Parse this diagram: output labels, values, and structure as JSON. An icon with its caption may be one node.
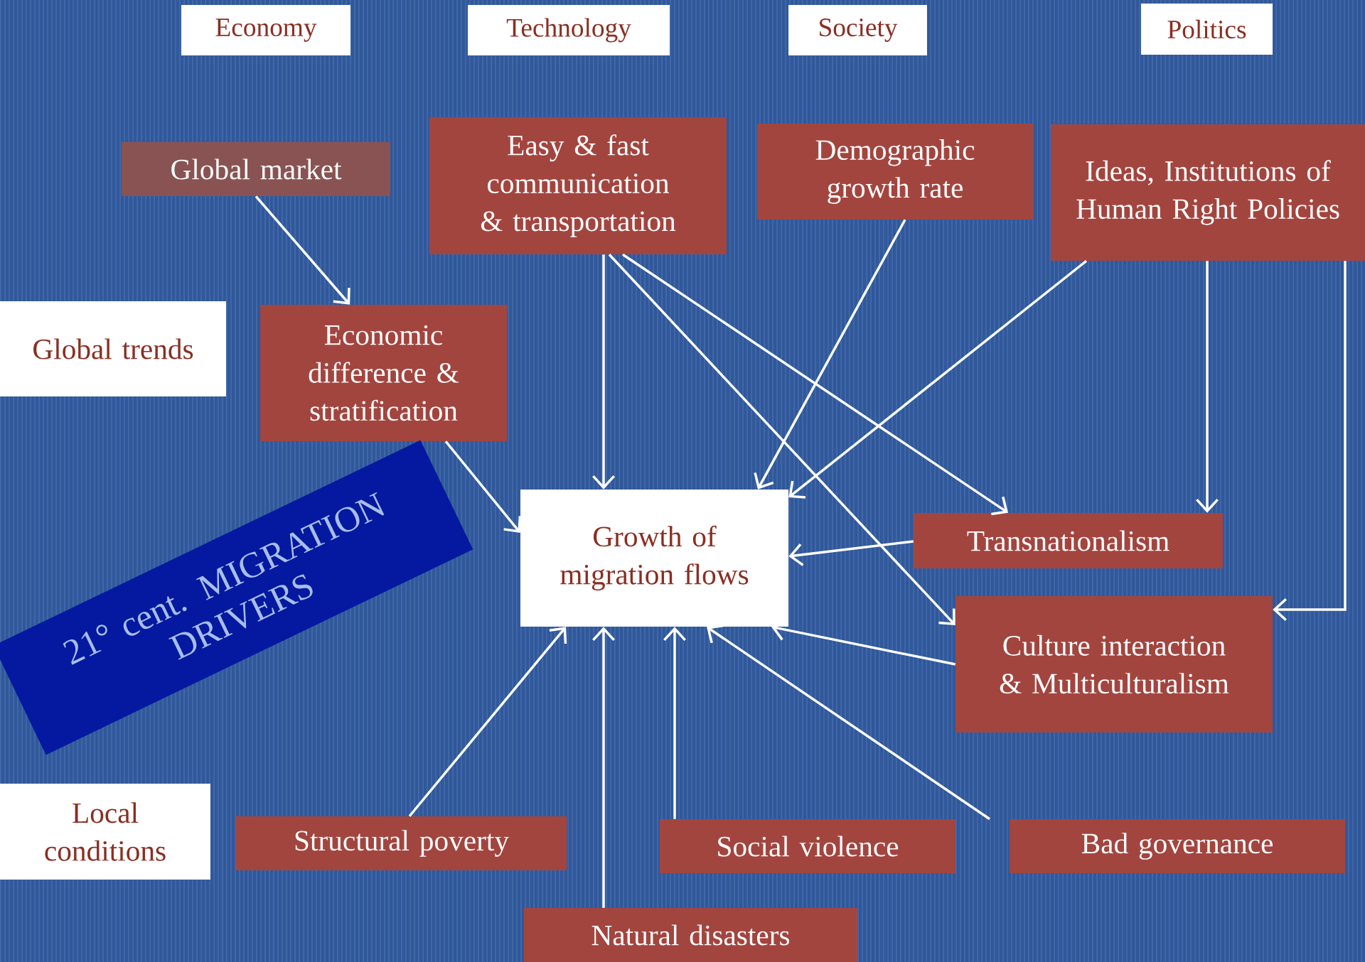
{
  "diagram": {
    "title": "21° cent. MIGRATION DRIVERS",
    "nodes": [
      {
        "text": [
          "Economy"
        ]
      },
      {
        "text": [
          "Technology"
        ]
      },
      {
        "text": [
          "Society"
        ]
      },
      {
        "text": [
          "Politics"
        ]
      },
      {
        "text": [
          "Global trends"
        ]
      },
      {
        "text": [
          "Local conditions"
        ]
      },
      {
        "text": [
          "Global market"
        ]
      },
      {
        "text": [
          "Easy & fast communication & transportation"
        ]
      },
      {
        "text": [
          "Demographic growth rate"
        ]
      },
      {
        "text": [
          "Ideas, Institutions of Human Right Policies"
        ]
      },
      {
        "text": [
          "Economic difference & stratification"
        ]
      },
      {
        "text": [
          "Growth of migration flows"
        ]
      },
      {
        "text": [
          "Transnationalism"
        ]
      },
      {
        "text": [
          "Culture interaction & Multiculturalism"
        ]
      },
      {
        "text": [
          "Structural poverty"
        ]
      },
      {
        "text": [
          "Social violence"
        ]
      },
      {
        "text": [
          "Bad governance"
        ]
      },
      {
        "text": [
          "Natural disasters"
        ]
      }
    ],
    "edges": [
      {
        "from": 6,
        "to": 10,
        "arrow": "to"
      },
      {
        "from": 7,
        "to": 11,
        "arrow": "to"
      },
      {
        "from": 7,
        "to": 12,
        "arrow": "to"
      },
      {
        "from": 7,
        "to": 13,
        "arrow": "to"
      },
      {
        "from": 8,
        "to": 11,
        "arrow": "to"
      },
      {
        "from": 9,
        "to": 11,
        "arrow": "to"
      },
      {
        "from": 9,
        "to": 12,
        "arrow": "to"
      },
      {
        "from": 9,
        "to": 13,
        "arrow": "to"
      },
      {
        "from": 10,
        "to": 11,
        "arrow": "to"
      },
      {
        "from": 12,
        "to": 11,
        "arrow": "to"
      },
      {
        "from": 13,
        "to": 11,
        "arrow": "to"
      },
      {
        "from": 14,
        "to": 11,
        "arrow": "to"
      },
      {
        "from": 17,
        "to": 11,
        "arrow": "to"
      },
      {
        "from": 15,
        "to": 11,
        "arrow": "to"
      },
      {
        "from": 16,
        "to": 11,
        "arrow": "to"
      }
    ]
  }
}
